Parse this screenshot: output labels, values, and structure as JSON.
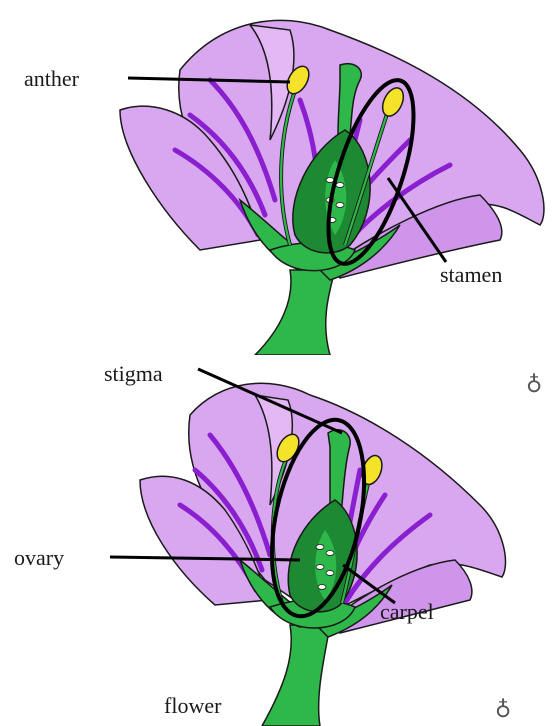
{
  "diagram_top": {
    "labels": {
      "anther": "anther",
      "stamen": "stamen"
    }
  },
  "diagram_bottom": {
    "labels": {
      "stigma": "stigma",
      "ovary": "ovary",
      "carpel": "carpel",
      "flower": "flower"
    }
  },
  "colors": {
    "petal": "#d9a6f0",
    "petal_outline": "#1a1a1a",
    "petal_vein": "#8a1fd0",
    "stem": "#2eb84a",
    "stem_dark": "#1d8a33",
    "anther": "#f5e32a",
    "highlight_ellipse": "#000000"
  },
  "icons": {
    "corner_mark": "loop-mark-icon"
  }
}
